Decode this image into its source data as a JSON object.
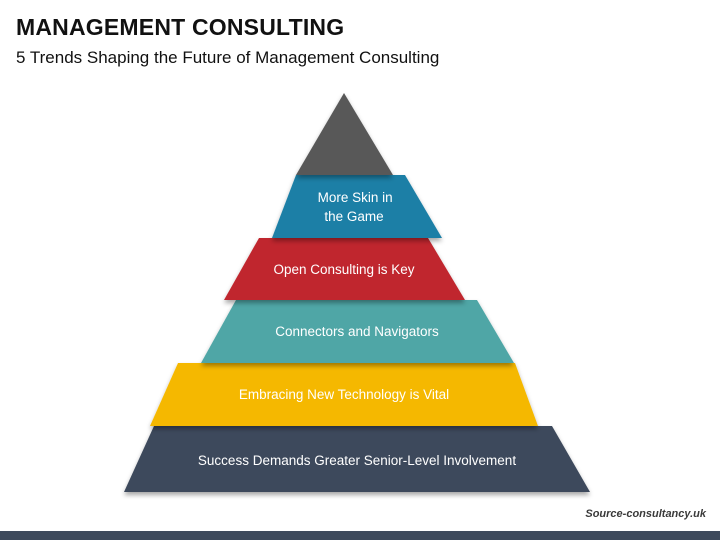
{
  "header": {
    "title": "MANAGEMENT CONSULTING",
    "subtitle": "5 Trends Shaping the Future of Management Consulting"
  },
  "pyramid": {
    "apex_color": "#595959",
    "layers": [
      {
        "lines": [
          "More Skin in",
          "the Game"
        ],
        "color": "#1C7FA6"
      },
      {
        "lines": [
          "Open Consulting is Key"
        ],
        "color": "#C0272D"
      },
      {
        "lines": [
          "Connectors and Navigators"
        ],
        "color": "#4FA6A6"
      },
      {
        "lines": [
          "Embracing New Technology is Vital"
        ],
        "color": "#F5B800"
      },
      {
        "lines": [
          "Success Demands Greater Senior-Level Involvement"
        ],
        "color": "#3E4A5C"
      }
    ]
  },
  "footer": {
    "credit": "Source-consultancy.uk"
  }
}
